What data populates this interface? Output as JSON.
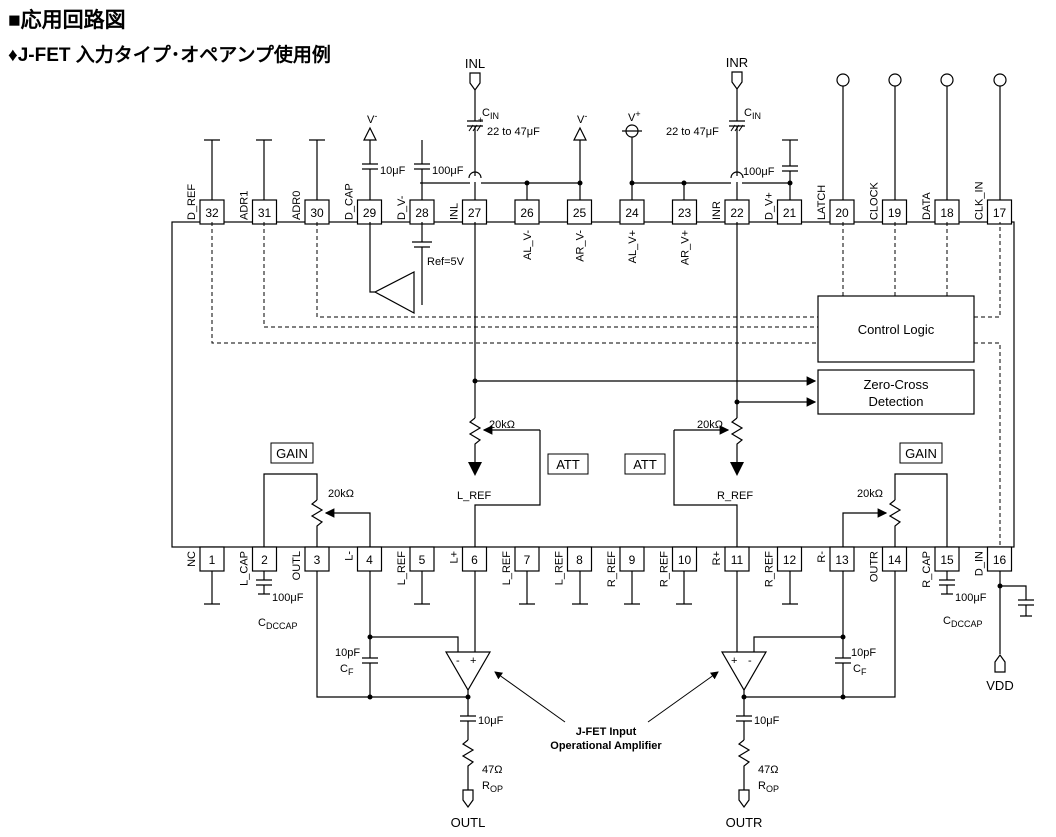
{
  "title": "■応用回路図",
  "subtitle": "♦J-FET 入力タイプ･オペアンプ使用例",
  "top_pins": [
    {
      "num": "32",
      "name": "D_REF"
    },
    {
      "num": "31",
      "name": "ADR1"
    },
    {
      "num": "30",
      "name": "ADR0"
    },
    {
      "num": "29",
      "name": "D_CAP"
    },
    {
      "num": "28",
      "name": "D_V-"
    },
    {
      "num": "27",
      "name": "INL"
    },
    {
      "num": "26",
      "name": "AL_V-"
    },
    {
      "num": "25",
      "name": "AR_V-"
    },
    {
      "num": "24",
      "name": "AL_V+"
    },
    {
      "num": "23",
      "name": "AR_V+"
    },
    {
      "num": "22",
      "name": "INR"
    },
    {
      "num": "21",
      "name": "D_V+"
    },
    {
      "num": "20",
      "name": "LATCH"
    },
    {
      "num": "19",
      "name": "CLOCK"
    },
    {
      "num": "18",
      "name": "DATA"
    },
    {
      "num": "17",
      "name": "CLK_IN"
    }
  ],
  "bottom_pins": [
    {
      "num": "1",
      "name": "NC"
    },
    {
      "num": "2",
      "name": "L_CAP"
    },
    {
      "num": "3",
      "name": "OUTL"
    },
    {
      "num": "4",
      "name": "L-"
    },
    {
      "num": "5",
      "name": "L_REF"
    },
    {
      "num": "6",
      "name": "L+"
    },
    {
      "num": "7",
      "name": "L_REF"
    },
    {
      "num": "8",
      "name": "L_REF"
    },
    {
      "num": "9",
      "name": "R_REF"
    },
    {
      "num": "10",
      "name": "R_REF"
    },
    {
      "num": "11",
      "name": "R+"
    },
    {
      "num": "12",
      "name": "R_REF"
    },
    {
      "num": "13",
      "name": "R-"
    },
    {
      "num": "14",
      "name": "OUTR"
    },
    {
      "num": "15",
      "name": "R_CAP"
    },
    {
      "num": "16",
      "name": "D_IN"
    }
  ],
  "labels": {
    "inl": "INL",
    "inr": "INR",
    "c_in": "C",
    "c_in_sub": "IN",
    "cap_in": "22 to 47μF",
    "v_minus": "V",
    "v_plus": "V",
    "minus_sup": "-",
    "plus_sup": "+",
    "cap_10uf": "10μF",
    "cap_100uf": "100μF",
    "ref5v": "Ref=5V",
    "control_logic": "Control Logic",
    "zero_cross_1": "Zero-Cross",
    "zero_cross_2": "Detection",
    "res_20k": "20kΩ",
    "att": "ATT",
    "gain": "GAIN",
    "l_ref": "L_REF",
    "r_ref": "R_REF",
    "cdccap": "C",
    "cdccap_sub": "DCCAP",
    "cap_10pf": "10pF",
    "cf": "C",
    "cf_sub": "F",
    "op_label_1": "J-FET Input",
    "op_label_2": "Operational Amplifier",
    "res_47": "47Ω",
    "rop": "R",
    "rop_sub": "OP",
    "outl": "OUTL",
    "outr": "OUTR",
    "vdd": "VDD",
    "op_plus": "+",
    "op_minus": "-"
  }
}
